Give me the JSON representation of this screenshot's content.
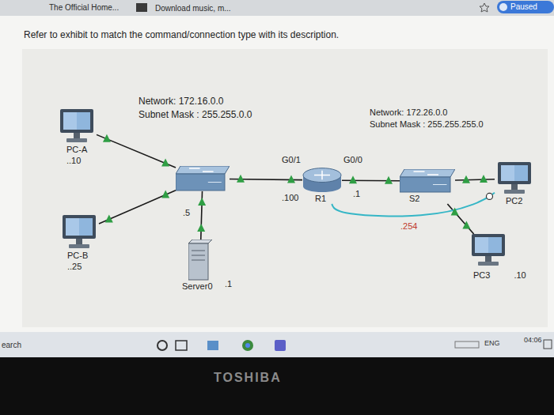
{
  "diagram": {
    "title": "Refer to exhibit to match the command/connection type with its description.",
    "nodes": [
      {
        "text": [
          "PC-A",
          "..10"
        ]
      },
      {
        "text": [
          "PC-B",
          "..25"
        ]
      },
      {
        "text": []
      },
      {
        "text": [
          "Server0"
        ]
      },
      {
        "text": [
          "R1"
        ]
      },
      {
        "text": [
          "S2"
        ]
      },
      {
        "text": [
          "PC2"
        ]
      },
      {
        "text": [
          "PC3",
          ".10"
        ]
      }
    ],
    "edges": [
      {
        "from": 0,
        "to": 2,
        "arrow": "none"
      },
      {
        "from": 1,
        "to": 2,
        "arrow": "none"
      },
      {
        "from": 2,
        "to": 3,
        "arrow": "none"
      },
      {
        "from": 2,
        "to": 4,
        "arrow": "none"
      },
      {
        "from": 4,
        "to": 5,
        "arrow": "none"
      },
      {
        "from": 5,
        "to": 6,
        "arrow": "none"
      },
      {
        "from": 5,
        "to": 7,
        "arrow": "none"
      },
      {
        "from": 4,
        "to": 6,
        "arrow": "none"
      }
    ],
    "labels": [
      "The Official Home...",
      "Download music, m...",
      "Paused",
      "Network: 172.16.0.0",
      "Subnet Mask : 255.255.0.0",
      "Network: 172.26.0.0",
      "Subnet Mask : 255.255.255.0",
      "G0/1",
      "G0/0",
      ".100",
      ".1",
      ".5",
      ".1",
      ".254",
      "earch",
      "ENG",
      "04:06",
      "TOSHIBA"
    ]
  }
}
